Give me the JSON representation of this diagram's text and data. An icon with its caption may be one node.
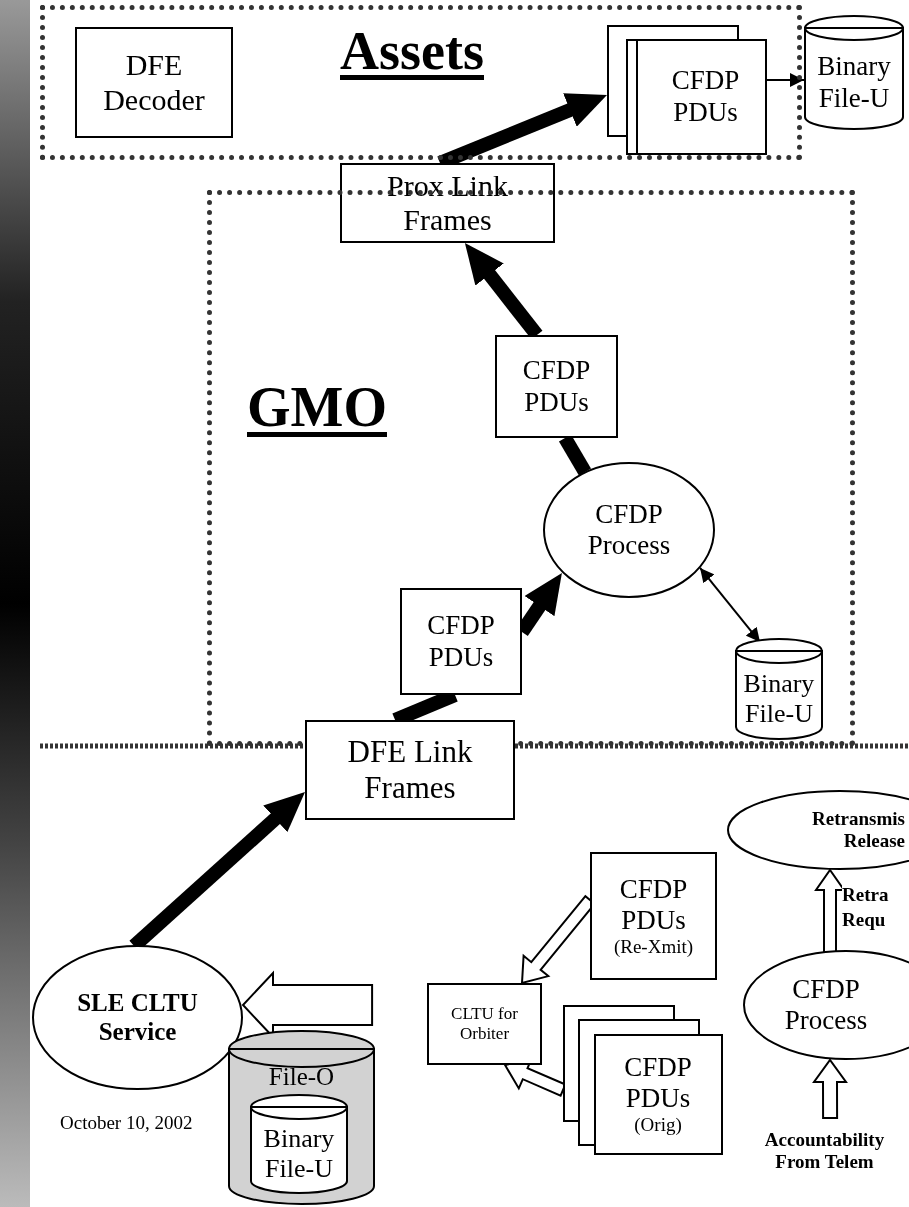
{
  "diagram": {
    "nodes": [
      {
        "text": [
          "Assets"
        ]
      },
      {
        "text": [
          "DFE Decoder"
        ],
        "in": 0
      },
      {
        "text": [
          "CFDP PDUs"
        ],
        "in": 0
      },
      {
        "text": [
          "Binary File-U"
        ]
      },
      {
        "text": [
          "Prox Link Frames"
        ]
      },
      {
        "text": [
          "GMO"
        ]
      },
      {
        "text": [
          "CFDP PDUs"
        ],
        "in": 5
      },
      {
        "text": [
          "CFDP Process"
        ],
        "in": 5
      },
      {
        "text": [
          "Binary File-U"
        ],
        "in": 5
      },
      {
        "text": [
          "CFDP PDUs"
        ],
        "in": 5
      },
      {
        "text": [
          "DFE Link Frames"
        ]
      },
      {
        "text": [
          "SLE CLTU Service"
        ]
      },
      {
        "text": [
          "File-O"
        ]
      },
      {
        "text": [
          "Binary File-U"
        ],
        "in": 12
      },
      {
        "text": [
          "CLTU for Orbiter"
        ]
      },
      {
        "text": [
          "CFDP PDUs",
          "(Re-Xmit)"
        ]
      },
      {
        "text": [
          "CFDP PDUs",
          "(Orig)"
        ]
      },
      {
        "text": [
          "Retransmis Release"
        ]
      },
      {
        "text": [
          "CFDP Process"
        ]
      },
      {
        "text": [
          "Accountability From Telem"
        ]
      },
      {
        "text": [],
        "shape": "bar"
      }
    ],
    "edges": [
      {
        "from": 4,
        "to": 2,
        "arrow": "to"
      },
      {
        "from": 2,
        "to": 3,
        "arrow": "to"
      },
      {
        "from": 6,
        "to": 4,
        "arrow": "to"
      },
      {
        "from": 7,
        "to": 6,
        "arrow": "none"
      },
      {
        "from": 9,
        "to": 7,
        "arrow": "to"
      },
      {
        "from": 10,
        "to": 9,
        "arrow": "none"
      },
      {
        "from": 11,
        "to": 10,
        "arrow": "to"
      },
      {
        "from": 7,
        "to": 8,
        "arrow": "both"
      },
      {
        "from": 12,
        "to": 11,
        "arrow": "to"
      },
      {
        "from": 15,
        "to": 14,
        "arrow": "to"
      },
      {
        "from": 16,
        "to": 14,
        "arrow": "to"
      },
      {
        "from": 18,
        "to": 17,
        "arrow": "to",
        "label": "Retra Requ"
      },
      {
        "from": 19,
        "to": 18,
        "arrow": "to"
      }
    ],
    "labels": [
      "October 10, 2002"
    ]
  }
}
